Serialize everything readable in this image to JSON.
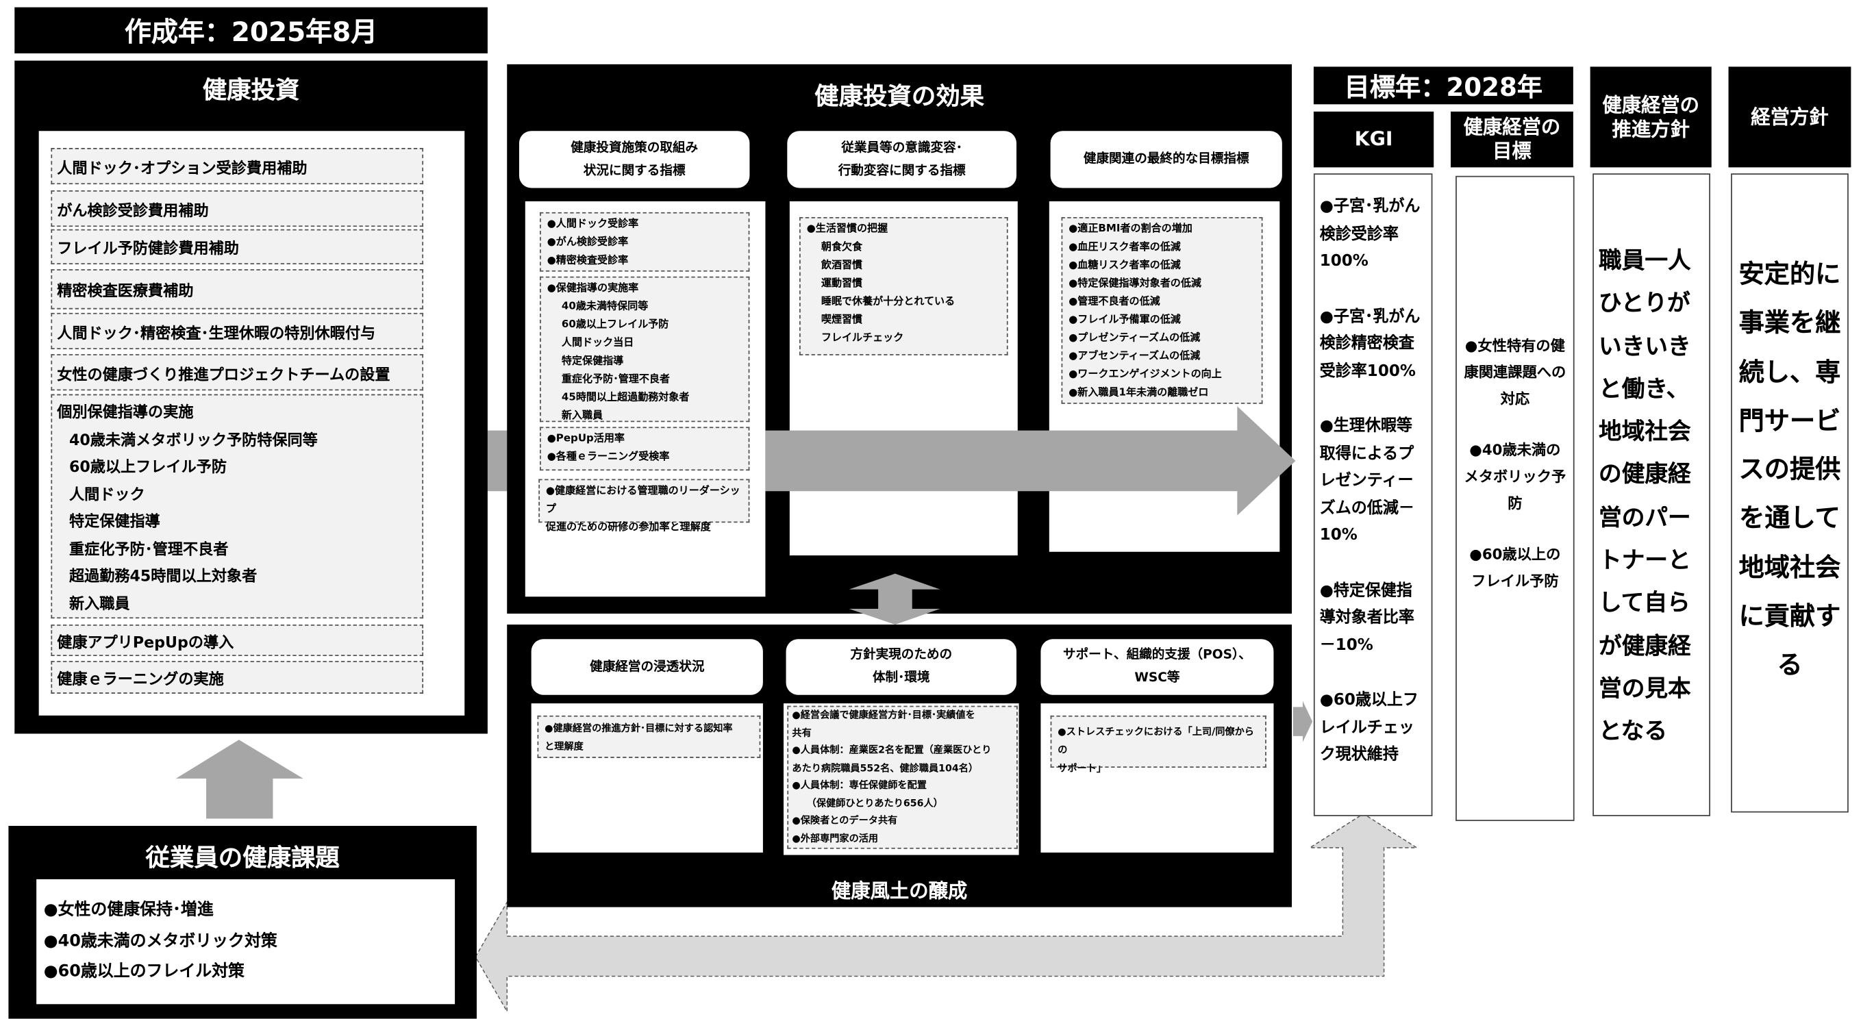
{
  "created": "作成年：2025年8月",
  "investment": {
    "title": "健康投資",
    "items": [
      "人間ドック･オプション受診費用補助",
      "がん検診受診費用補助",
      "フレイル予防健診費用補助",
      "精密検査医療費補助",
      "人間ドック･精密検査･生理休暇の特別休暇付与",
      "女性の健康づくり推進プロジェクトチームの設置"
    ],
    "guidance": {
      "title": "個別保健指導の実施",
      "subs": [
        "40歳未満メタボリック予防特保同等",
        "60歳以上フレイル予防",
        "人間ドック",
        "特定保健指導",
        "重症化予防･管理不良者",
        "超過勤務45時間以上対象者",
        "新入職員"
      ]
    },
    "items2": [
      "健康アプリPepUpの導入",
      "健康ｅラーニングの実施"
    ]
  },
  "issues": {
    "title": "従業員の健康課題",
    "items": [
      "●女性の健康保持･増進",
      "●40歳未満のメタボリック対策",
      "●60歳以上のフレイル対策"
    ]
  },
  "effects": {
    "title": "健康投資の効果",
    "headers": [
      [
        "健康投資施策の取組み",
        "状況に関する指標"
      ],
      [
        "従業員等の意識変容･",
        "行動変容に関する指標"
      ],
      [
        "健康関連の最終的な目標指標"
      ]
    ],
    "col1": {
      "g1": [
        "●人間ドック受診率",
        "●がん検診受診率",
        "●精密検査受診率"
      ],
      "g2_title": "●保健指導の実施率",
      "g2": [
        "40歳未満特保同等",
        "60歳以上フレイル予防",
        "人間ドック当日",
        "特定保健指導",
        "重症化予防･管理不良者",
        "45時間以上超過勤務対象者",
        "新入職員"
      ],
      "g3": [
        "●PepUp活用率",
        "●各種ｅラーニング受検率"
      ],
      "g4": [
        "●健康経営における管理職のリーダーシップ",
        "促進のための研修の参加率と理解度"
      ]
    },
    "col2": {
      "title": "●生活習慣の把握",
      "items": [
        "朝食欠食",
        "飲酒習慣",
        "運動習慣",
        "睡眠で休養が十分とれている",
        "喫煙習慣",
        "フレイルチェック"
      ]
    },
    "col3": [
      "●適正BMI者の割合の増加",
      "●血圧リスク者率の低減",
      "●血糖リスク者率の低減",
      "●特定保健指導対象者の低減",
      "●管理不良者の低減",
      "●フレイル予備軍の低減",
      "●プレゼンティーズムの低減",
      "●アブセンティーズムの低減",
      "●ワークエンゲイジメントの向上",
      "●新入職員1年未満の離職ゼロ"
    ]
  },
  "culture": {
    "title": "健康風土の醸成",
    "headers": [
      [
        "健康経営の浸透状況"
      ],
      [
        "方針実現のための",
        "体制･環境"
      ],
      [
        "サポート、組織的支援（POS）、",
        "WSC等"
      ]
    ],
    "col1": [
      "●健康経営の推進方針･目標に対する認知率",
      "と理解度"
    ],
    "col2": [
      "●経営会議で健康経営方針･目標･実績値を",
      "共有",
      "●人員体制：産業医2名を配置（産業医ひとり",
      "あたり病院職員552名、健診職員104名）",
      "●人員体制：専任保健師を配置",
      "（保健師ひとりあたり656人）",
      "●保険者とのデータ共有",
      "●外部専門家の活用"
    ],
    "col3": [
      "●ストレスチェックにおける「上司/同僚からの",
      "サポート」"
    ]
  },
  "target": {
    "year": "目標年：2028年",
    "kgi_title": "KGI",
    "kgi": [
      "●子宮･乳がん検診受診率100%",
      "●子宮･乳がん検診精密検査受診率100%",
      "●生理休暇等取得によるプレゼンティーズムの低減－10%",
      "●特定保健指導対象者比率－10%",
      "●60歳以上フレイルチェック現状維持"
    ],
    "goal_title": "健康経営の目標",
    "goals": [
      "●女性特有の健康関連課題への対応",
      "●40歳未満のメタボリック予防",
      "●60歳以上のフレイル予防"
    ],
    "policy_title": "健康経営の推進方針",
    "policy": "職員一人ひとりがいきいきと働き、地域社会の健康経営のパートナーとして自らが健康経営の見本となる",
    "mgmt_title": "経営方針",
    "mgmt": "安定的に事業を継続し、専門サービスの提供を通して地域社会に貢献する"
  },
  "colors": {
    "black": "#000000",
    "arrow_gray": "#a6a6a6",
    "loop_gray": "#d9d9d9",
    "box_gray": "#f2f2f2"
  }
}
